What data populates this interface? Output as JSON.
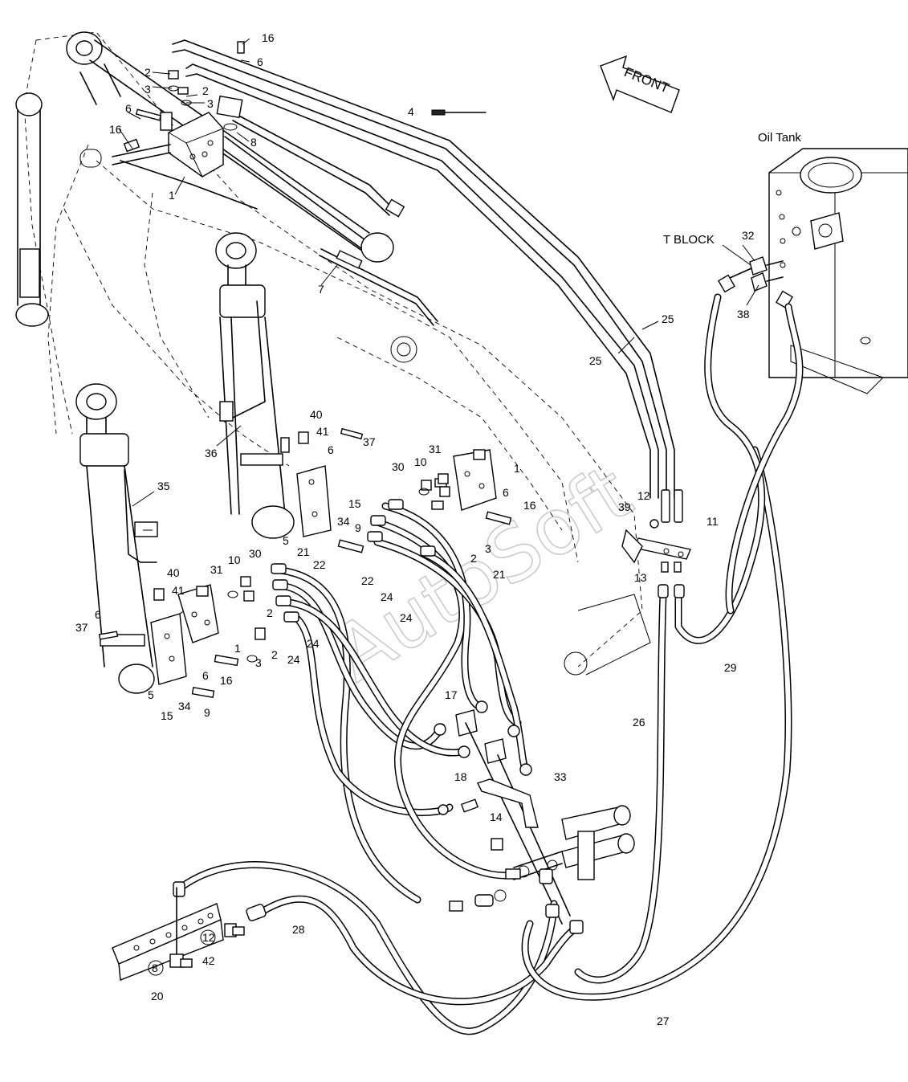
{
  "labels": {
    "front": "FRONT",
    "oil_tank": "Oil Tank",
    "t_block": "T  BLOCK",
    "watermark": "AutoSoft"
  },
  "callouts": [
    "16",
    "6",
    "2",
    "3",
    "2",
    "3",
    "4",
    "6",
    "16",
    "8",
    "1",
    "7",
    "25",
    "25",
    "32",
    "38",
    "40",
    "41",
    "37",
    "6",
    "36",
    "31",
    "30",
    "10",
    "1",
    "6",
    "16",
    "35",
    "15",
    "34",
    "9",
    "5",
    "21",
    "22",
    "3",
    "2",
    "22",
    "24",
    "21",
    "24",
    "24",
    "24",
    "39",
    "12",
    "11",
    "13",
    "40",
    "41",
    "31",
    "10",
    "30",
    "2",
    "1",
    "6",
    "37",
    "5",
    "34",
    "15",
    "16",
    "6",
    "3",
    "2",
    "9",
    "17",
    "33",
    "18",
    "14",
    "26",
    "29",
    "28",
    "12",
    "42",
    "8",
    "20",
    "27"
  ]
}
